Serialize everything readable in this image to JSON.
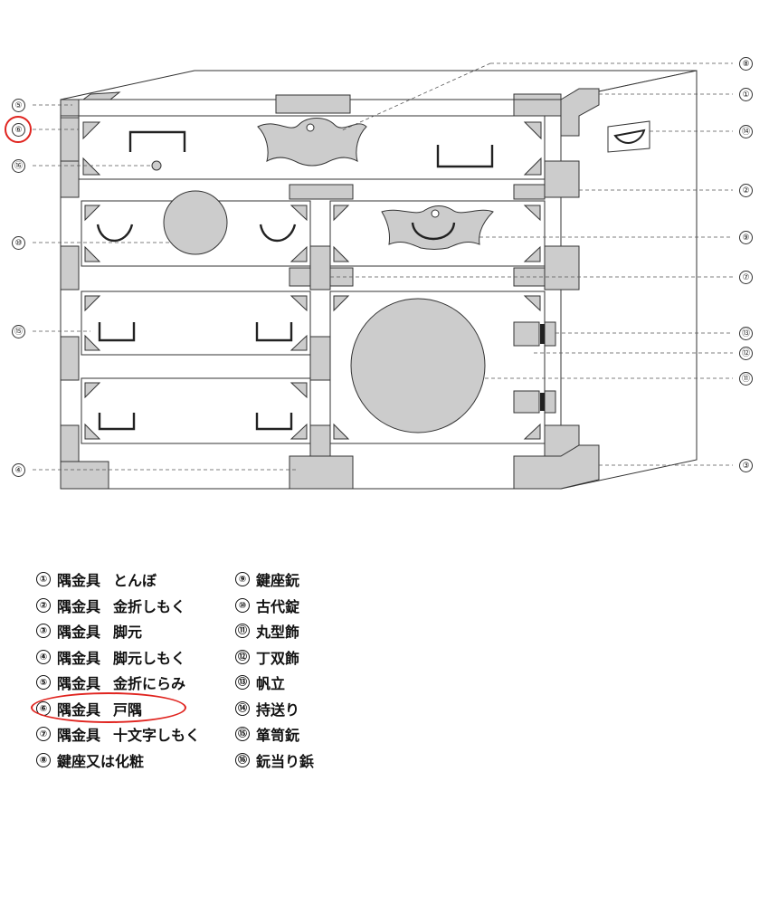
{
  "callouts": [
    "①",
    "②",
    "③",
    "④",
    "⑤",
    "⑥",
    "⑦",
    "⑧",
    "⑨",
    "⑩",
    "⑪",
    "⑫",
    "⑬",
    "⑭",
    "⑮",
    "⑯"
  ],
  "legend_left": [
    {
      "num": "①",
      "part": "隅金具",
      "name": "とんぼ"
    },
    {
      "num": "②",
      "part": "隅金具",
      "name": "金折しもく"
    },
    {
      "num": "③",
      "part": "隅金具",
      "name": "脚元"
    },
    {
      "num": "④",
      "part": "隅金具",
      "name": "脚元しもく"
    },
    {
      "num": "⑤",
      "part": "隅金具",
      "name": "金折にらみ"
    },
    {
      "num": "⑥",
      "part": "隅金具",
      "name": "戸隅"
    },
    {
      "num": "⑦",
      "part": "隅金具",
      "name": "十文字しもく"
    },
    {
      "num": "⑧",
      "part": "鍵座又は化粧",
      "name": ""
    }
  ],
  "legend_right": [
    {
      "num": "⑨",
      "name": "鍵座鈨"
    },
    {
      "num": "⑩",
      "name": "古代錠"
    },
    {
      "num": "⑪",
      "name": "丸型飾"
    },
    {
      "num": "⑫",
      "name": "丁双飾"
    },
    {
      "num": "⑬",
      "name": "帆立"
    },
    {
      "num": "⑭",
      "name": "持送り"
    },
    {
      "num": "⑮",
      "name": "箪笥鈨"
    },
    {
      "num": "⑯",
      "name": "鈨当り鋲"
    }
  ],
  "highlight_color": "#e0241f",
  "metal_color": "#cccccc"
}
